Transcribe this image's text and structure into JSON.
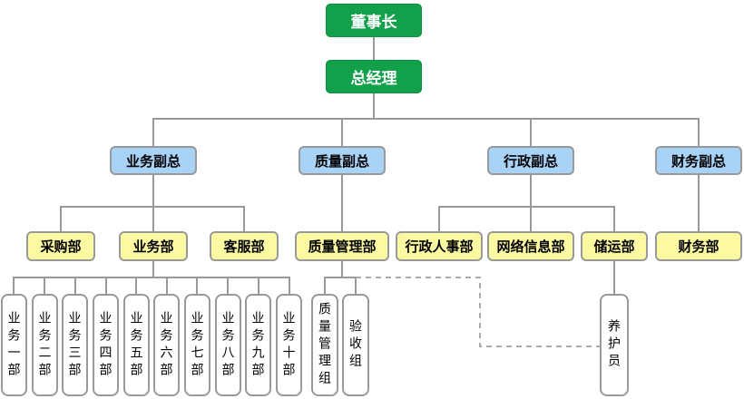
{
  "diagram": {
    "type": "org-chart",
    "background": "#FFFFFF",
    "colors": {
      "executive_fill": "#12A04A",
      "executive_text": "#FFFFFF",
      "vp_fill": "#A9D2F7",
      "dept_fill": "#FBF9A2",
      "team_fill": "#FFFFFF",
      "box_border": "#999999",
      "connector": "#999999",
      "dashed_connector": "#AAAAAA",
      "text": "#000000"
    },
    "nodes": {
      "chairman": "董事长",
      "general_manager": "总经理",
      "vps": [
        "业务副总",
        "质量副总",
        "行政副总",
        "财务副总"
      ],
      "departments": [
        "采购部",
        "业务部",
        "客服部",
        "质量管理部",
        "行政人事部",
        "网络信息部",
        "储运部",
        "财务部"
      ],
      "teams": [
        "业务一部",
        "业务二部",
        "业务三部",
        "业务四部",
        "业务五部",
        "业务六部",
        "业务七部",
        "业务八部",
        "业务九部",
        "业务十部",
        "质量管理组",
        "验收组",
        "养护员"
      ]
    },
    "hierarchy": [
      {
        "parent": "董事长",
        "children": [
          "总经理"
        ]
      },
      {
        "parent": "总经理",
        "children": [
          "业务副总",
          "质量副总",
          "行政副总",
          "财务副总"
        ]
      },
      {
        "parent": "业务副总",
        "children": [
          "采购部",
          "业务部",
          "客服部"
        ]
      },
      {
        "parent": "质量副总",
        "children": [
          "质量管理部"
        ]
      },
      {
        "parent": "行政副总",
        "children": [
          "行政人事部",
          "网络信息部",
          "储运部"
        ]
      },
      {
        "parent": "财务副总",
        "children": [
          "财务部"
        ]
      },
      {
        "parent": "业务部",
        "children": [
          "业务一部",
          "业务二部",
          "业务三部",
          "业务四部",
          "业务五部",
          "业务六部",
          "业务七部",
          "业务八部",
          "业务九部",
          "业务十部"
        ]
      },
      {
        "parent": "质量管理部",
        "children": [
          "质量管理组",
          "验收组"
        ]
      },
      {
        "parent": "储运部",
        "children": [
          "养护员"
        ]
      }
    ],
    "dashed_link": {
      "from": "质量管理部/验收组 junction",
      "to": "养护员",
      "style": "dashed"
    }
  }
}
